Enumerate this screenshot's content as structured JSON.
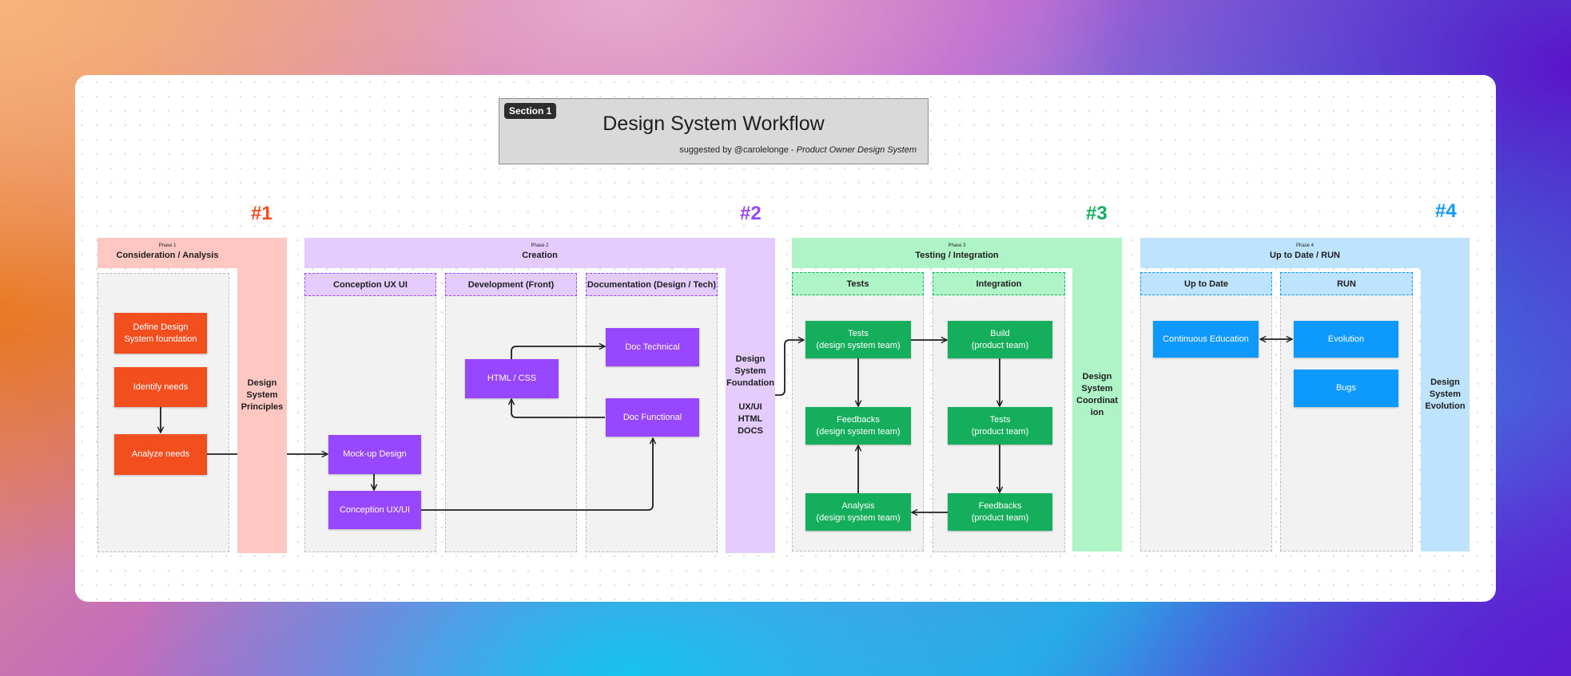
{
  "header": {
    "badge": "Section 1",
    "title": "Design System Workflow",
    "credit_prefix": "suggested by @carolelonge - ",
    "credit_role": "Product Owner Design System"
  },
  "colors": {
    "phase1": "#f24e1e",
    "phase2": "#9747ff",
    "phase3": "#14ae5c",
    "phase4": "#0d99ff"
  },
  "phases": [
    {
      "number": "#1",
      "small": "Phase 1",
      "name": "Consideration / Analysis",
      "side_lines": [
        "Design",
        "System",
        "Principles"
      ],
      "columns": [],
      "nodes": [
        "Define Design System foundation",
        "Identify needs",
        "Analyze needs"
      ]
    },
    {
      "number": "#2",
      "small": "Phase 2",
      "name": "Creation",
      "side_lines": [
        "Design",
        "System",
        "Foundation",
        "",
        "UX/UI",
        "HTML",
        "DOCS"
      ],
      "columns": [
        "Conception UX UI",
        "Development (Front)",
        "Documentation (Design / Tech)"
      ],
      "nodes": [
        "Mock-up Design",
        "Conception UX/UI",
        "HTML / CSS",
        "Doc Technical",
        "Doc Functional"
      ]
    },
    {
      "number": "#3",
      "small": "Phase 3",
      "name": "Testing / Integration",
      "side_lines": [
        "Design",
        "System",
        "Coordinat",
        "ion"
      ],
      "columns": [
        "Tests",
        "Integration"
      ],
      "nodes": [
        [
          "Tests",
          "(design system team)"
        ],
        [
          "Feedbacks",
          "(design system team)"
        ],
        [
          "Analysis",
          "(design system team)"
        ],
        [
          "Build",
          "(product team)"
        ],
        [
          "Tests",
          "(product team)"
        ],
        [
          "Feedbacks",
          "(product team)"
        ]
      ]
    },
    {
      "number": "#4",
      "small": "Phase 4",
      "name": "Up to Date / RUN",
      "side_lines": [
        "Design",
        "System",
        "Evolution"
      ],
      "columns": [
        "Up to Date",
        "RUN"
      ],
      "nodes": [
        "Continuous Education",
        "Evolution",
        "Bugs"
      ]
    }
  ]
}
